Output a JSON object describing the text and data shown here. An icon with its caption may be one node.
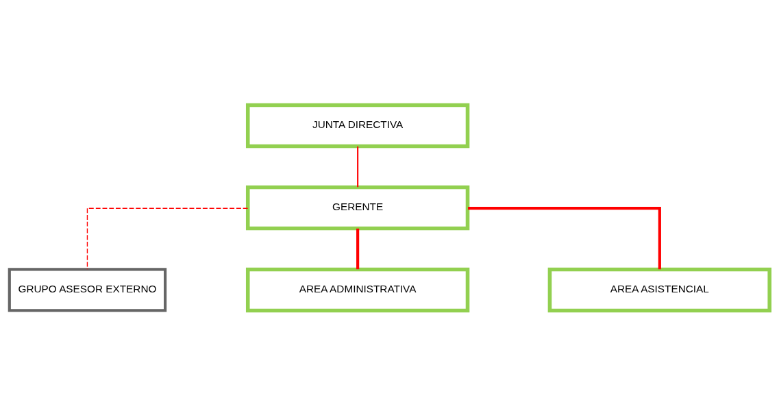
{
  "diagram": {
    "nodes": [
      {
        "text": [
          "JUNTA DIRECTIVA"
        ]
      },
      {
        "text": [
          "GERENTE"
        ]
      },
      {
        "text": [
          "GRUPO ASESOR EXTERNO"
        ]
      },
      {
        "text": [
          "AREA ADMINISTRATIVA"
        ]
      },
      {
        "text": [
          "AREA ASISTENCIAL"
        ]
      }
    ],
    "edges": [
      {
        "from": 0,
        "to": 1,
        "arrow": "none"
      },
      {
        "from": 1,
        "to": 2,
        "arrow": "none",
        "style": "dashed"
      },
      {
        "from": 1,
        "to": 3,
        "arrow": "none",
        "style": "thick"
      },
      {
        "from": 1,
        "to": 4,
        "arrow": "none",
        "style": "thick"
      }
    ]
  }
}
